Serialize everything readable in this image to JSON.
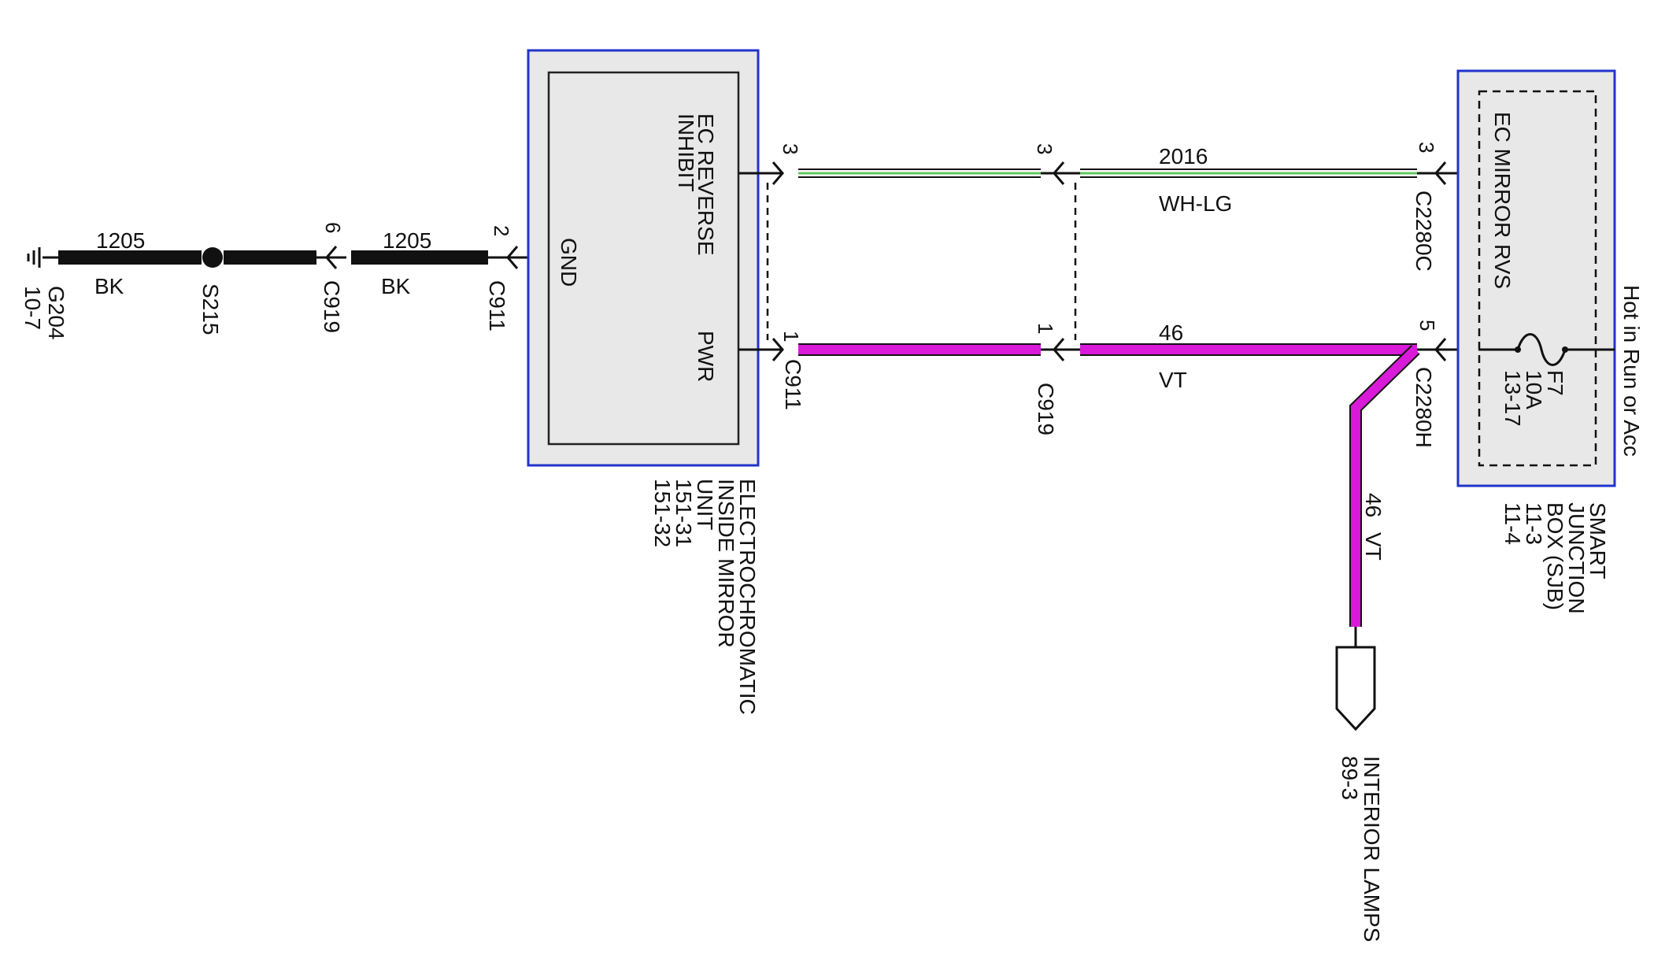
{
  "colors": {
    "module_border": "#2233cc",
    "module_fill": "#e8e8e8",
    "wire_black": "#111111",
    "wire_violet": "#d91ad9",
    "wire_white": "#ffffff",
    "wire_light_green": "#5ec95e"
  },
  "ground": {
    "name": "G204",
    "ref": "10-7"
  },
  "splice": {
    "name": "S215"
  },
  "wires": {
    "gnd_left": {
      "circuit": "1205",
      "color": "BK"
    },
    "gnd_right": {
      "circuit": "1205",
      "color": "BK"
    },
    "signal": {
      "circuit": "2016",
      "color": "WH-LG"
    },
    "power": {
      "circuit": "46",
      "color": "VT"
    },
    "lamps": {
      "circuit": "46",
      "color": "VT"
    }
  },
  "connectors": {
    "c919_gnd": {
      "name": "C919",
      "pin": "6"
    },
    "c911_gnd": {
      "name": "C911",
      "pin": "2"
    },
    "c911_sig": {
      "pin": "3"
    },
    "c911_pwr": {
      "name": "C911",
      "pin": "1"
    },
    "c919_sig": {
      "pin": "3"
    },
    "c919_pwr": {
      "name": "C919",
      "pin": "1"
    },
    "c2280c": {
      "name": "C2280C",
      "pin": "3"
    },
    "c2280h": {
      "name": "C2280H",
      "pin": "5"
    }
  },
  "mirror_module": {
    "pin_gnd": "GND",
    "pin_reverse_1": "EC REVERSE",
    "pin_reverse_2": "INHIBIT",
    "pin_pwr": "PWR",
    "name_lines": [
      "ELECTROCHROMATIC",
      "INSIDE MIRROR",
      "UNIT",
      "151-31",
      "151-32"
    ]
  },
  "sjb": {
    "inner_label": "EC MIRROR RVS",
    "fuse_name": "F7",
    "fuse_rating": "10A",
    "fuse_ref": "13-17",
    "name_lines": [
      "SMART",
      "JUNCTION",
      "BOX (SJB)",
      "11-3",
      "11-4"
    ]
  },
  "feed": {
    "label": "Hot in Run or Acc"
  },
  "interior_lamps": {
    "label": "INTERIOR LAMPS",
    "ref": "89-3"
  }
}
